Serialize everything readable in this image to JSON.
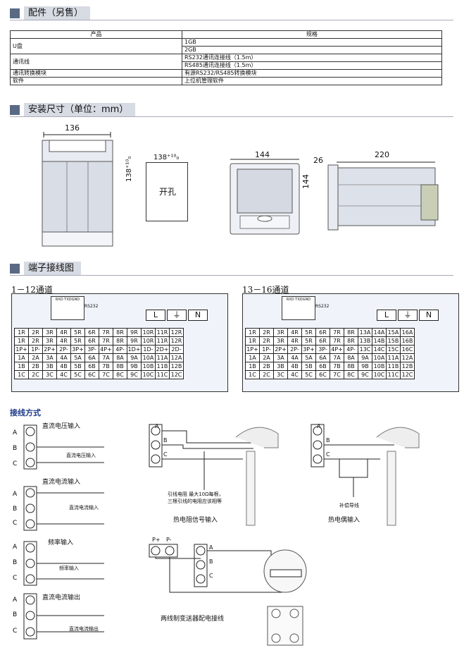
{
  "sections": {
    "accessories": "配件（另售）",
    "dimensions": "安装尺寸（单位：mm）",
    "terminal": "端子接线图"
  },
  "parts_table": {
    "headers": [
      "产品",
      "规格"
    ],
    "rows": [
      {
        "product": "U盘",
        "spec": "1GB"
      },
      {
        "product": "",
        "spec": "2GB"
      },
      {
        "product": "通讯线",
        "spec": "RS232通讯连接线（1.5m）"
      },
      {
        "product": "",
        "spec": "RS485通讯连接线（1.5m）"
      },
      {
        "product": "通讯转换模块",
        "spec": "有源RS232/RS485转换模块"
      },
      {
        "product": "软件",
        "spec": "上位机管理软件"
      }
    ]
  },
  "dims": {
    "front_width": "136",
    "cut_w": "138⁺¹⁰₀",
    "cut_h": "138⁺¹⁰₀",
    "cut_label": "开孔",
    "panel_w": "144",
    "panel_h": "144",
    "side_depth_front": "26",
    "side_depth": "220"
  },
  "terminal": {
    "left_title": "1－12通道",
    "right_title": "13－16通道",
    "rs232": "RS232",
    "port": "RXD TXDGND",
    "lgn": [
      "L",
      "⏚",
      "N"
    ],
    "left_rows": [
      [
        "1R",
        "2R",
        "3R",
        "4R",
        "5R",
        "6R",
        "7R",
        "8R",
        "9R",
        "10R",
        "11R",
        "12R"
      ],
      [
        "1R",
        "2R",
        "3R",
        "4R",
        "5R",
        "6R",
        "7R",
        "8R",
        "9R",
        "10R",
        "11R",
        "12R"
      ],
      [
        "1P+",
        "1P-",
        "2P+",
        "2P-",
        "3P+",
        "3P-",
        "4P+",
        "4P-",
        "1D+",
        "1D-",
        "2D+",
        "2D-"
      ],
      [
        "1A",
        "2A",
        "3A",
        "4A",
        "5A",
        "6A",
        "7A",
        "8A",
        "9A",
        "10A",
        "11A",
        "12A"
      ],
      [
        "1B",
        "2B",
        "3B",
        "4B",
        "5B",
        "6B",
        "7B",
        "8B",
        "9B",
        "10B",
        "11B",
        "12B"
      ],
      [
        "1C",
        "2C",
        "3C",
        "4C",
        "5C",
        "6C",
        "7C",
        "8C",
        "9C",
        "10C",
        "11C",
        "12C"
      ]
    ],
    "right_rows": [
      [
        "1R",
        "2R",
        "3R",
        "4R",
        "5R",
        "6R",
        "7R",
        "8R",
        "13A",
        "14A",
        "15A",
        "16A"
      ],
      [
        "1R",
        "2R",
        "3R",
        "4R",
        "5R",
        "6R",
        "7R",
        "8R",
        "13B",
        "14B",
        "15B",
        "16B"
      ],
      [
        "1P+",
        "1P-",
        "2P+",
        "2P-",
        "3P+",
        "3P-",
        "4P+",
        "4P-",
        "13C",
        "14C",
        "15C",
        "16C"
      ],
      [
        "1A",
        "2A",
        "3A",
        "4A",
        "5A",
        "6A",
        "7A",
        "8A",
        "9A",
        "10A",
        "11A",
        "12A"
      ],
      [
        "1B",
        "2B",
        "3B",
        "4B",
        "5B",
        "6B",
        "7B",
        "8B",
        "9B",
        "10B",
        "11B",
        "12B"
      ],
      [
        "1C",
        "2C",
        "3C",
        "4C",
        "5C",
        "6C",
        "7C",
        "8C",
        "9C",
        "10C",
        "11C",
        "12C"
      ]
    ]
  },
  "wiring": {
    "title": "接线方式",
    "dc_voltage": "直流电压输入",
    "dc_voltage_in": "直流电压输入",
    "dc_current": "直流电流输入",
    "dc_current_in": "直流电流输入",
    "freq": "频率输入",
    "freq_in": "频率输入",
    "dc_out": "直流电流输出",
    "dc_out_in": "直流电流输出",
    "rtd_note1": "引线电阻 最大10Ω每根，",
    "rtd_note2": "三根引线的电阻应该相等",
    "rtd_title": "热电阻信号输入",
    "tc_comp": "补偿导线",
    "tc_title": "热电偶输入",
    "transmitter_title": "两线制变送器配电接线",
    "p_plus": "P+",
    "p_minus": "P-",
    "abc": [
      "A",
      "B",
      "C"
    ]
  }
}
